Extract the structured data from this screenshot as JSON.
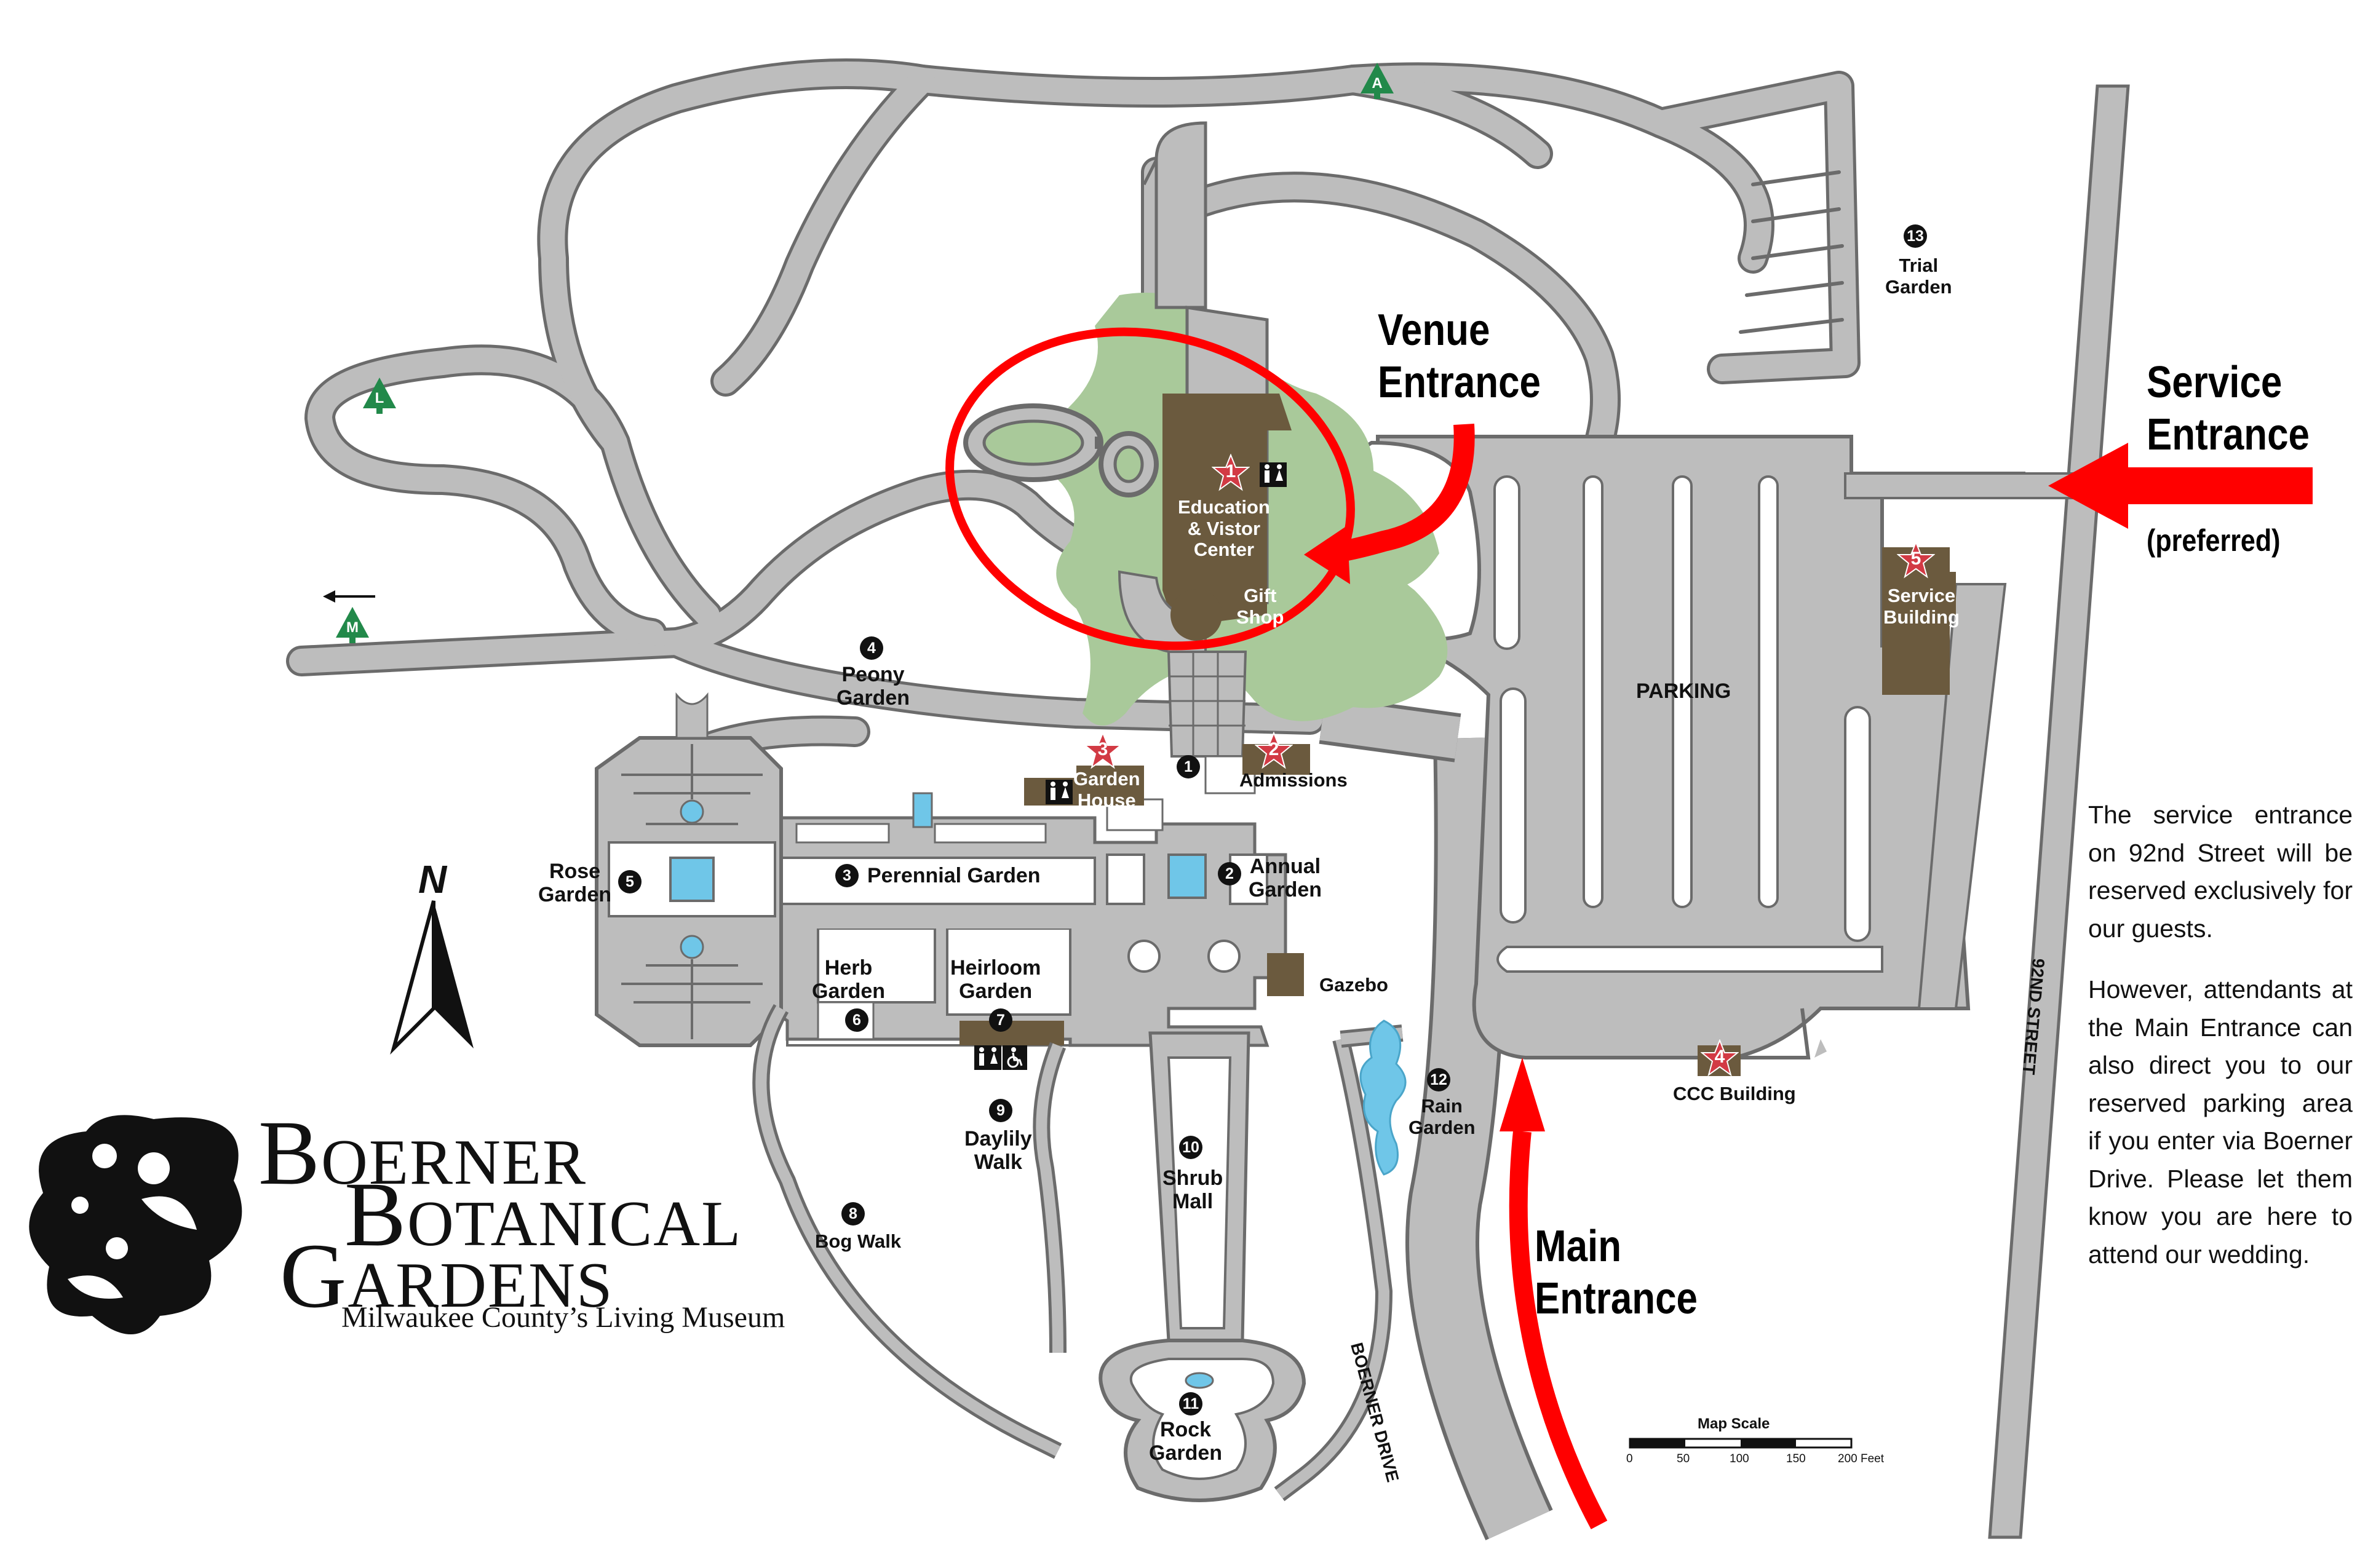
{
  "map": {
    "callouts": {
      "venue_line1": "Venue",
      "venue_line2": "Entrance",
      "service_line1": "Service",
      "service_line2": "Entrance",
      "service_sub": "(preferred)",
      "main_line1": "Main",
      "main_line2": "Entrance"
    },
    "features": [
      {
        "id": "1",
        "label": "Education\n& Vistor\nCenter"
      },
      {
        "id": "1",
        "label": ""
      },
      {
        "id": "2",
        "label": "Admissions"
      },
      {
        "id": "2",
        "label": "Annual\nGarden"
      },
      {
        "id": "3",
        "label": "Garden\nHouse"
      },
      {
        "id": "3",
        "label": "Perennial Garden"
      },
      {
        "id": "4",
        "label": "Peony\nGarden"
      },
      {
        "id": "4",
        "label": "CCC Building"
      },
      {
        "id": "5",
        "label": "Rose\nGarden"
      },
      {
        "id": "5",
        "label": "Service\nBuilding"
      },
      {
        "id": "6",
        "label": "Herb\nGarden"
      },
      {
        "id": "7",
        "label": "Heirloom\nGarden"
      },
      {
        "id": "8",
        "label": "Bog Walk"
      },
      {
        "id": "9",
        "label": "Daylily\nWalk"
      },
      {
        "id": "10",
        "label": "Shrub\nMall"
      },
      {
        "id": "11",
        "label": "Rock\nGarden"
      },
      {
        "id": "12",
        "label": "Rain\nGarden"
      },
      {
        "id": "13",
        "label": "Trial\nGarden"
      }
    ],
    "other_labels": {
      "gift_shop": "Gift\nShop",
      "gazebo": "Gazebo",
      "parking": "PARKING",
      "boerner_drive": "BOERNER DRIVE",
      "street_92": "92ND STREET",
      "north": "N"
    },
    "trail_markers": [
      "A",
      "L",
      "M"
    ],
    "scale": {
      "title": "Map Scale",
      "ticks": [
        "0",
        "50",
        "100",
        "150",
        "200 Feet"
      ]
    },
    "colors": {
      "path_gray": "#bdbdbd",
      "path_outline": "#6b6b6b",
      "building_brown": "#6b5a3e",
      "garden_green": "#a9c99a",
      "water_blue": "#6fc6e8",
      "arrow_red": "#ff0000",
      "star_red": "#d23a44",
      "tree_green": "#22894a"
    }
  },
  "note": {
    "para1": "The service entrance on 92nd Street will be reserved exclusively for our guests.",
    "para2": "However, attendants at the Main Entrance can also direct you to our reserved parking area if you enter via Boerner Drive. Please let them know you are here to attend our wedding."
  },
  "logo": {
    "line1": "Boerner",
    "line2": "Botanical",
    "line3": "Gardens",
    "tagline": "Milwaukee County’s Living Museum"
  }
}
